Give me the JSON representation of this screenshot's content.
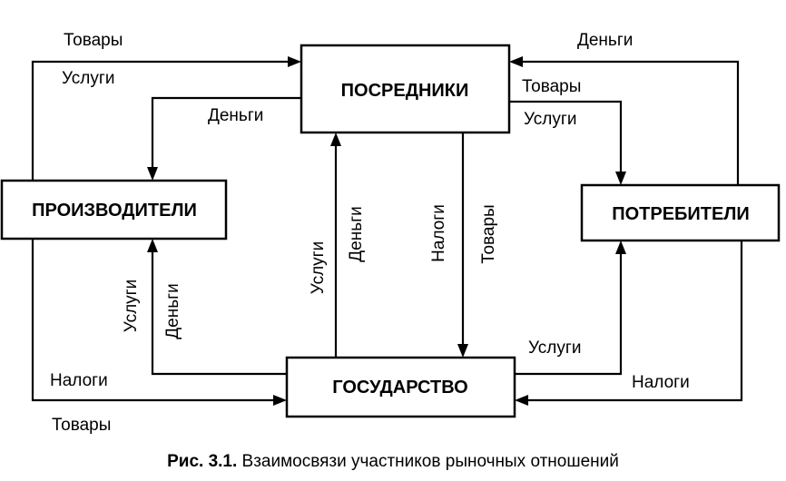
{
  "nodes": {
    "intermediaries": "ПОСРЕДНИКИ",
    "producers": "ПРОИЗВОДИТЕЛИ",
    "consumers": "ПОТРЕБИТЕЛИ",
    "state": "ГОСУДАРСТВО"
  },
  "labels": {
    "goods": "Товары",
    "services": "Услуги",
    "money": "Деньги",
    "taxes": "Налоги"
  },
  "caption": {
    "number": "Рис. 3.1.",
    "text": " Взаимосвязи участников рыночных отношений"
  }
}
